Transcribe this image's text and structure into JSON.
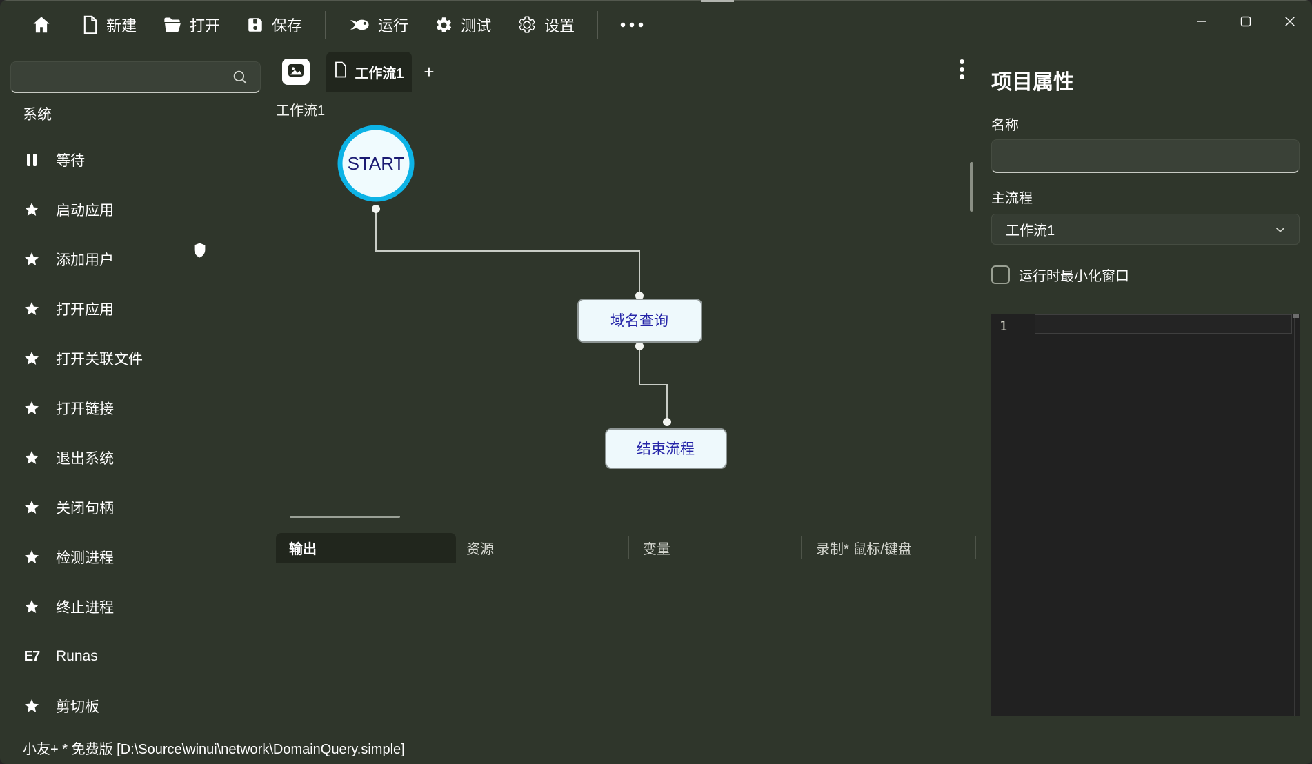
{
  "titlebar": {
    "items": [
      {
        "label": "新建"
      },
      {
        "label": "打开"
      },
      {
        "label": "保存"
      },
      {
        "label": "运行"
      },
      {
        "label": "测试"
      },
      {
        "label": "设置"
      }
    ]
  },
  "sidebar": {
    "search_value": "",
    "section": "系统",
    "items": [
      {
        "label": "等待",
        "icon": "pause-icon"
      },
      {
        "label": "启动应用",
        "icon": "star-icon"
      },
      {
        "label": "添加用户",
        "icon": "star-icon",
        "badge": "shield-icon"
      },
      {
        "label": "打开应用",
        "icon": "star-icon"
      },
      {
        "label": "打开关联文件",
        "icon": "star-icon"
      },
      {
        "label": "打开链接",
        "icon": "star-icon"
      },
      {
        "label": "退出系统",
        "icon": "star-icon"
      },
      {
        "label": "关闭句柄",
        "icon": "star-icon"
      },
      {
        "label": "检测进程",
        "icon": "star-icon"
      },
      {
        "label": "终止进程",
        "icon": "star-icon"
      },
      {
        "label": "Runas",
        "icon": "runas-icon",
        "icon_text": "E7"
      },
      {
        "label": "剪切板",
        "icon": "star-icon"
      }
    ]
  },
  "canvas": {
    "tab_label": "工作流1",
    "add_tab": "+",
    "flow_label": "工作流1",
    "start_label": "START",
    "nodes": [
      {
        "label": "域名查询"
      },
      {
        "label": "结束流程"
      }
    ]
  },
  "bottom_tabs": [
    {
      "label": "输出"
    },
    {
      "label": "资源"
    },
    {
      "label": "变量"
    },
    {
      "label": "录制* 鼠标/键盘"
    }
  ],
  "properties": {
    "title": "项目属性",
    "name_label": "名称",
    "name_value": "",
    "main_flow_label": "主流程",
    "main_flow_value": "工作流1",
    "minimize_checkbox_label": "运行时最小化窗口",
    "checkbox_checked": false,
    "editor": {
      "line_number": "1",
      "content": ""
    }
  },
  "statusbar": {
    "text": "小友+ * 免费版 [D:\\Source\\winui\\network\\DomainQuery.simple]"
  },
  "colors": {
    "window_bg": "#2f362b",
    "panel_dark": "#21261d",
    "accent_cyan": "#0db3e6",
    "node_fill": "#eef9fc",
    "node_text": "#2525a8",
    "editor_bg": "#212121"
  }
}
